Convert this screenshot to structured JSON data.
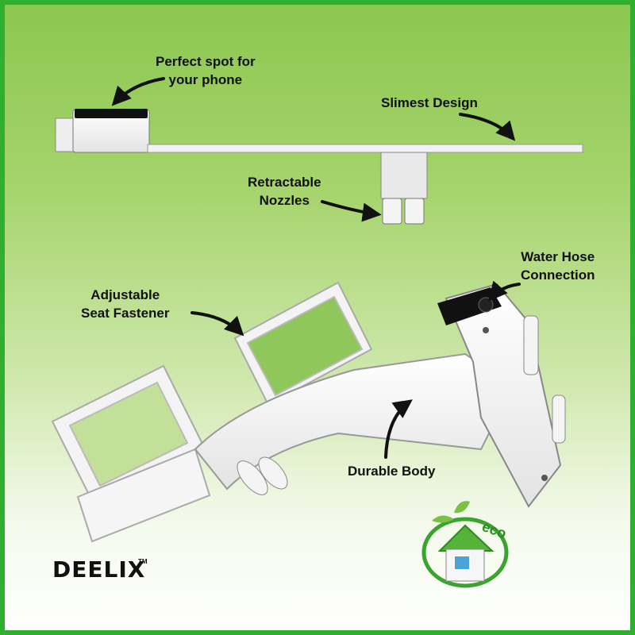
{
  "labels": {
    "phone_spot": [
      "Perfect spot for",
      "your phone"
    ],
    "slimest": "Slimest Design",
    "nozzles": [
      "Retractable",
      "Nozzles"
    ],
    "water_hose": [
      "Water Hose",
      "Connection"
    ],
    "seat_fastener": [
      "Adjustable",
      "Seat Fastener"
    ],
    "durable": "Durable Body"
  },
  "brand": {
    "name": "DEELIX",
    "tm": "TM"
  },
  "eco_badge": {
    "text": "eco"
  },
  "colors": {
    "border": "#2fae2f",
    "bg_top": "#8cc750",
    "bg_bottom": "#ffffff",
    "arrow": "#111111"
  }
}
